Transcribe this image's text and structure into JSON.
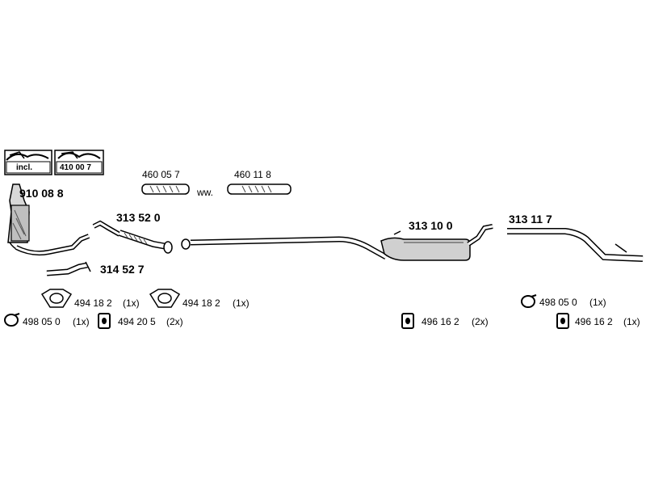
{
  "kit": {
    "incl_label": "incl.",
    "kit_number": "410 00 7"
  },
  "parts": {
    "catalytic_converter": "910 08 8",
    "repair_pipe_a": "460 05 7",
    "alternative_sep": "ww.",
    "repair_pipe_b": "460 11 8",
    "front_pipe": "313 52 0",
    "flex_pipe": "314 52 7",
    "middle_silencer": "313 10 0",
    "rear_pipe": "313 11 7"
  },
  "accessories": {
    "gasket_1": "494 18 2",
    "gasket_1_qty": "(1x)",
    "gasket_2": "494 18 2",
    "gasket_2_qty": "(1x)",
    "clamp_left": "498 05 0",
    "clamp_left_qty": "(1x)",
    "mount_left": "494 20 5",
    "mount_left_qty": "(2x)",
    "mount_middle": "496 16 2",
    "mount_middle_qty": "(2x)",
    "clamp_right": "498 05 0",
    "clamp_right_qty": "(1x)",
    "mount_right": "496 16 2",
    "mount_right_qty": "(1x)"
  }
}
